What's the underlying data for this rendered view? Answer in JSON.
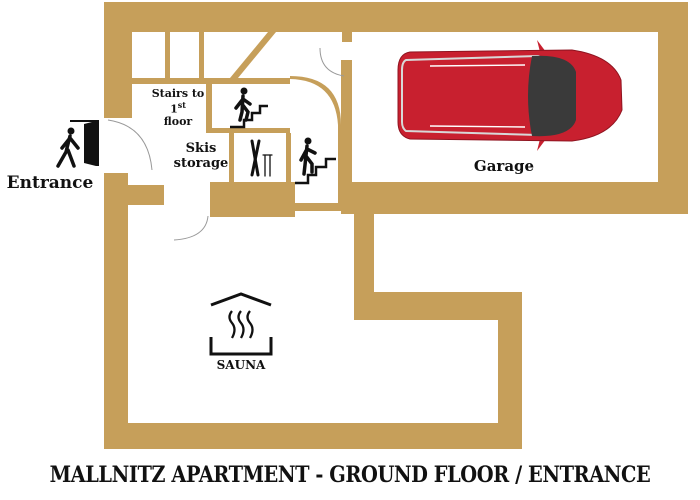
{
  "title": "MALLNITZ APARTMENT - GROUND FLOOR / ENTRANCE",
  "colors": {
    "wall": "#C69F5A",
    "car_body": "#C8202F",
    "car_glass": "#3A3A3A",
    "icon": "#111111",
    "door_arc": "#999999"
  },
  "rooms": {
    "entrance": {
      "label": "Entrance",
      "icon": "person-entering-door-icon"
    },
    "stairs_up": {
      "label_line1": "Stairs to",
      "label_ordinal": "1",
      "label_sup": "st",
      "label_line3": "floor",
      "icon": "person-climbing-stairs-icon"
    },
    "skis": {
      "label_line1": "Skis",
      "label_line2": "storage",
      "icon": "skis-icon"
    },
    "garage": {
      "label": "Garage",
      "icon": "car-icon"
    },
    "sauna": {
      "label": "SAUNA",
      "icon": "sauna-icon"
    }
  }
}
